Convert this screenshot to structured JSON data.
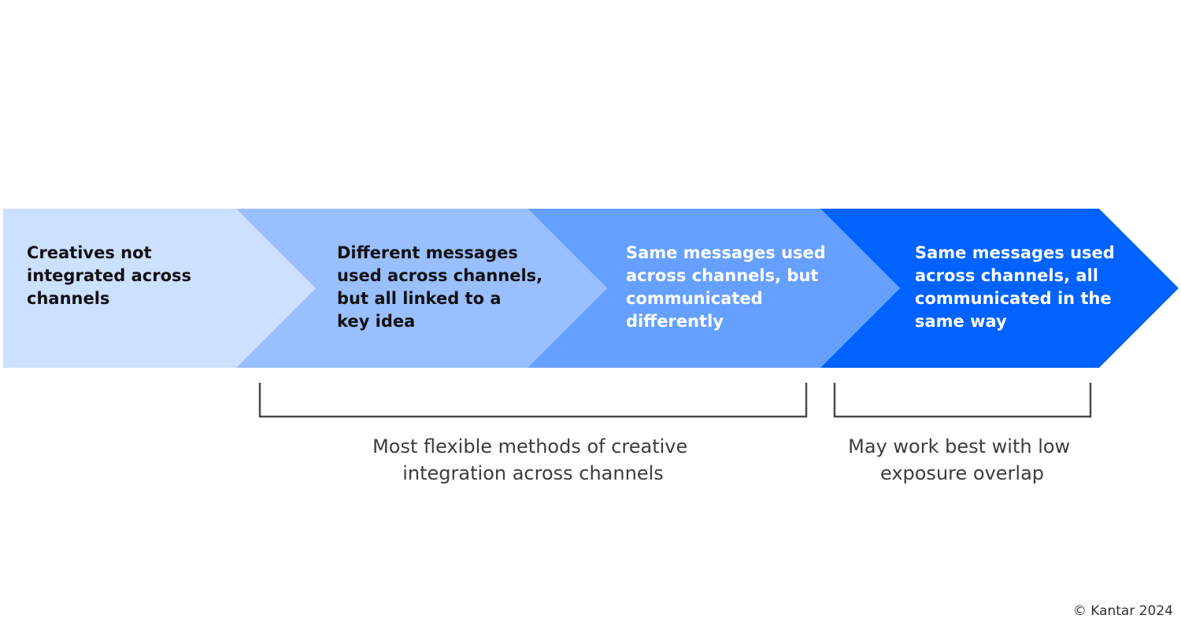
{
  "steps": [
    {
      "lines": [
        "Creatives not",
        "integrated across",
        "channels"
      ],
      "fill": "#cce0ff",
      "text_color": "#111111"
    },
    {
      "lines": [
        "Different messages",
        "used across channels,",
        "but all linked to a",
        "key idea"
      ],
      "fill": "#99bfff",
      "text_color": "#111111"
    },
    {
      "lines": [
        "Same messages used",
        "across channels, but",
        "communicated",
        "differently"
      ],
      "fill": "#66a0ff",
      "text_color": "#ffffff"
    },
    {
      "lines": [
        "Same messages used",
        "across channels, all",
        "communicated in the",
        "same way"
      ],
      "fill": "#0062ff",
      "text_color": "#ffffff"
    }
  ],
  "brackets": [
    {
      "lines": [
        "Most flexible methods of creative",
        "integration across channels"
      ]
    },
    {
      "lines": [
        "May work best with low",
        "exposure overlap"
      ]
    }
  ],
  "bracket_color": "#4a4a4a",
  "copyright": "© Kantar 2024"
}
